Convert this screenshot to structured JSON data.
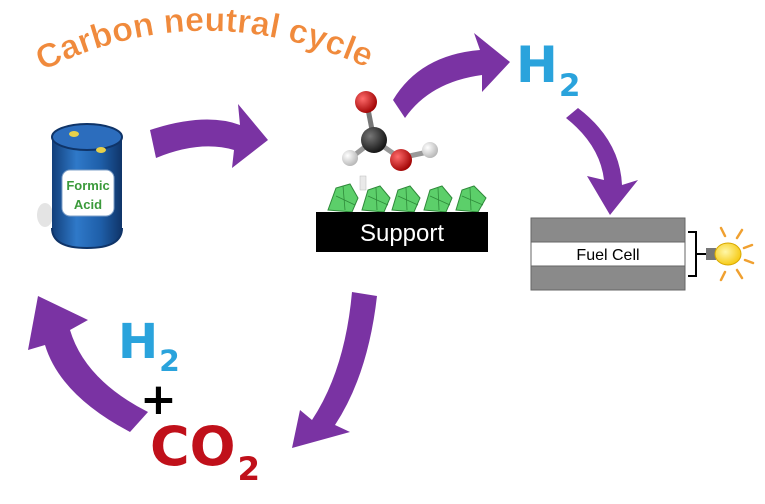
{
  "title": "Carbon neutral cycle",
  "barrel": {
    "line1": "Formic",
    "line2": "Acid"
  },
  "support_label": "Support",
  "fuel_cell_label": "Fuel Cell",
  "products": {
    "h2_main": "H",
    "h2_sub": "2",
    "plus": "+",
    "co2_main": "CO",
    "co2_sub": "2"
  },
  "colors": {
    "arrow": "#7a33a3",
    "title": "#f08a3c",
    "h2": "#2aa3dc",
    "co2": "#c0101a",
    "barrel": "#1f5ea8",
    "catalyst": "#5ccf6a"
  }
}
